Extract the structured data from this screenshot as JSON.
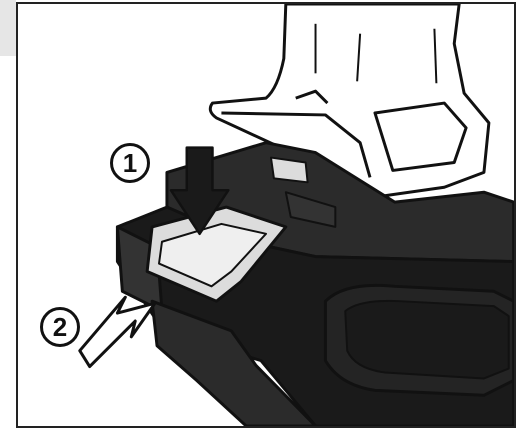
{
  "figure": {
    "steps": [
      {
        "number": "1",
        "action": "press-release-button",
        "arrow_direction": "down"
      },
      {
        "number": "2",
        "action": "slide-battery-out",
        "arrow_direction": "down-left"
      }
    ]
  },
  "colors": {
    "outline": "#111111",
    "battery_body": "#2b2b2b",
    "battery_shade": "#1a1a1a",
    "release_button": "#dcdcdc",
    "tool_body": "#ffffff",
    "frame_tab": "#e6e6e6"
  }
}
